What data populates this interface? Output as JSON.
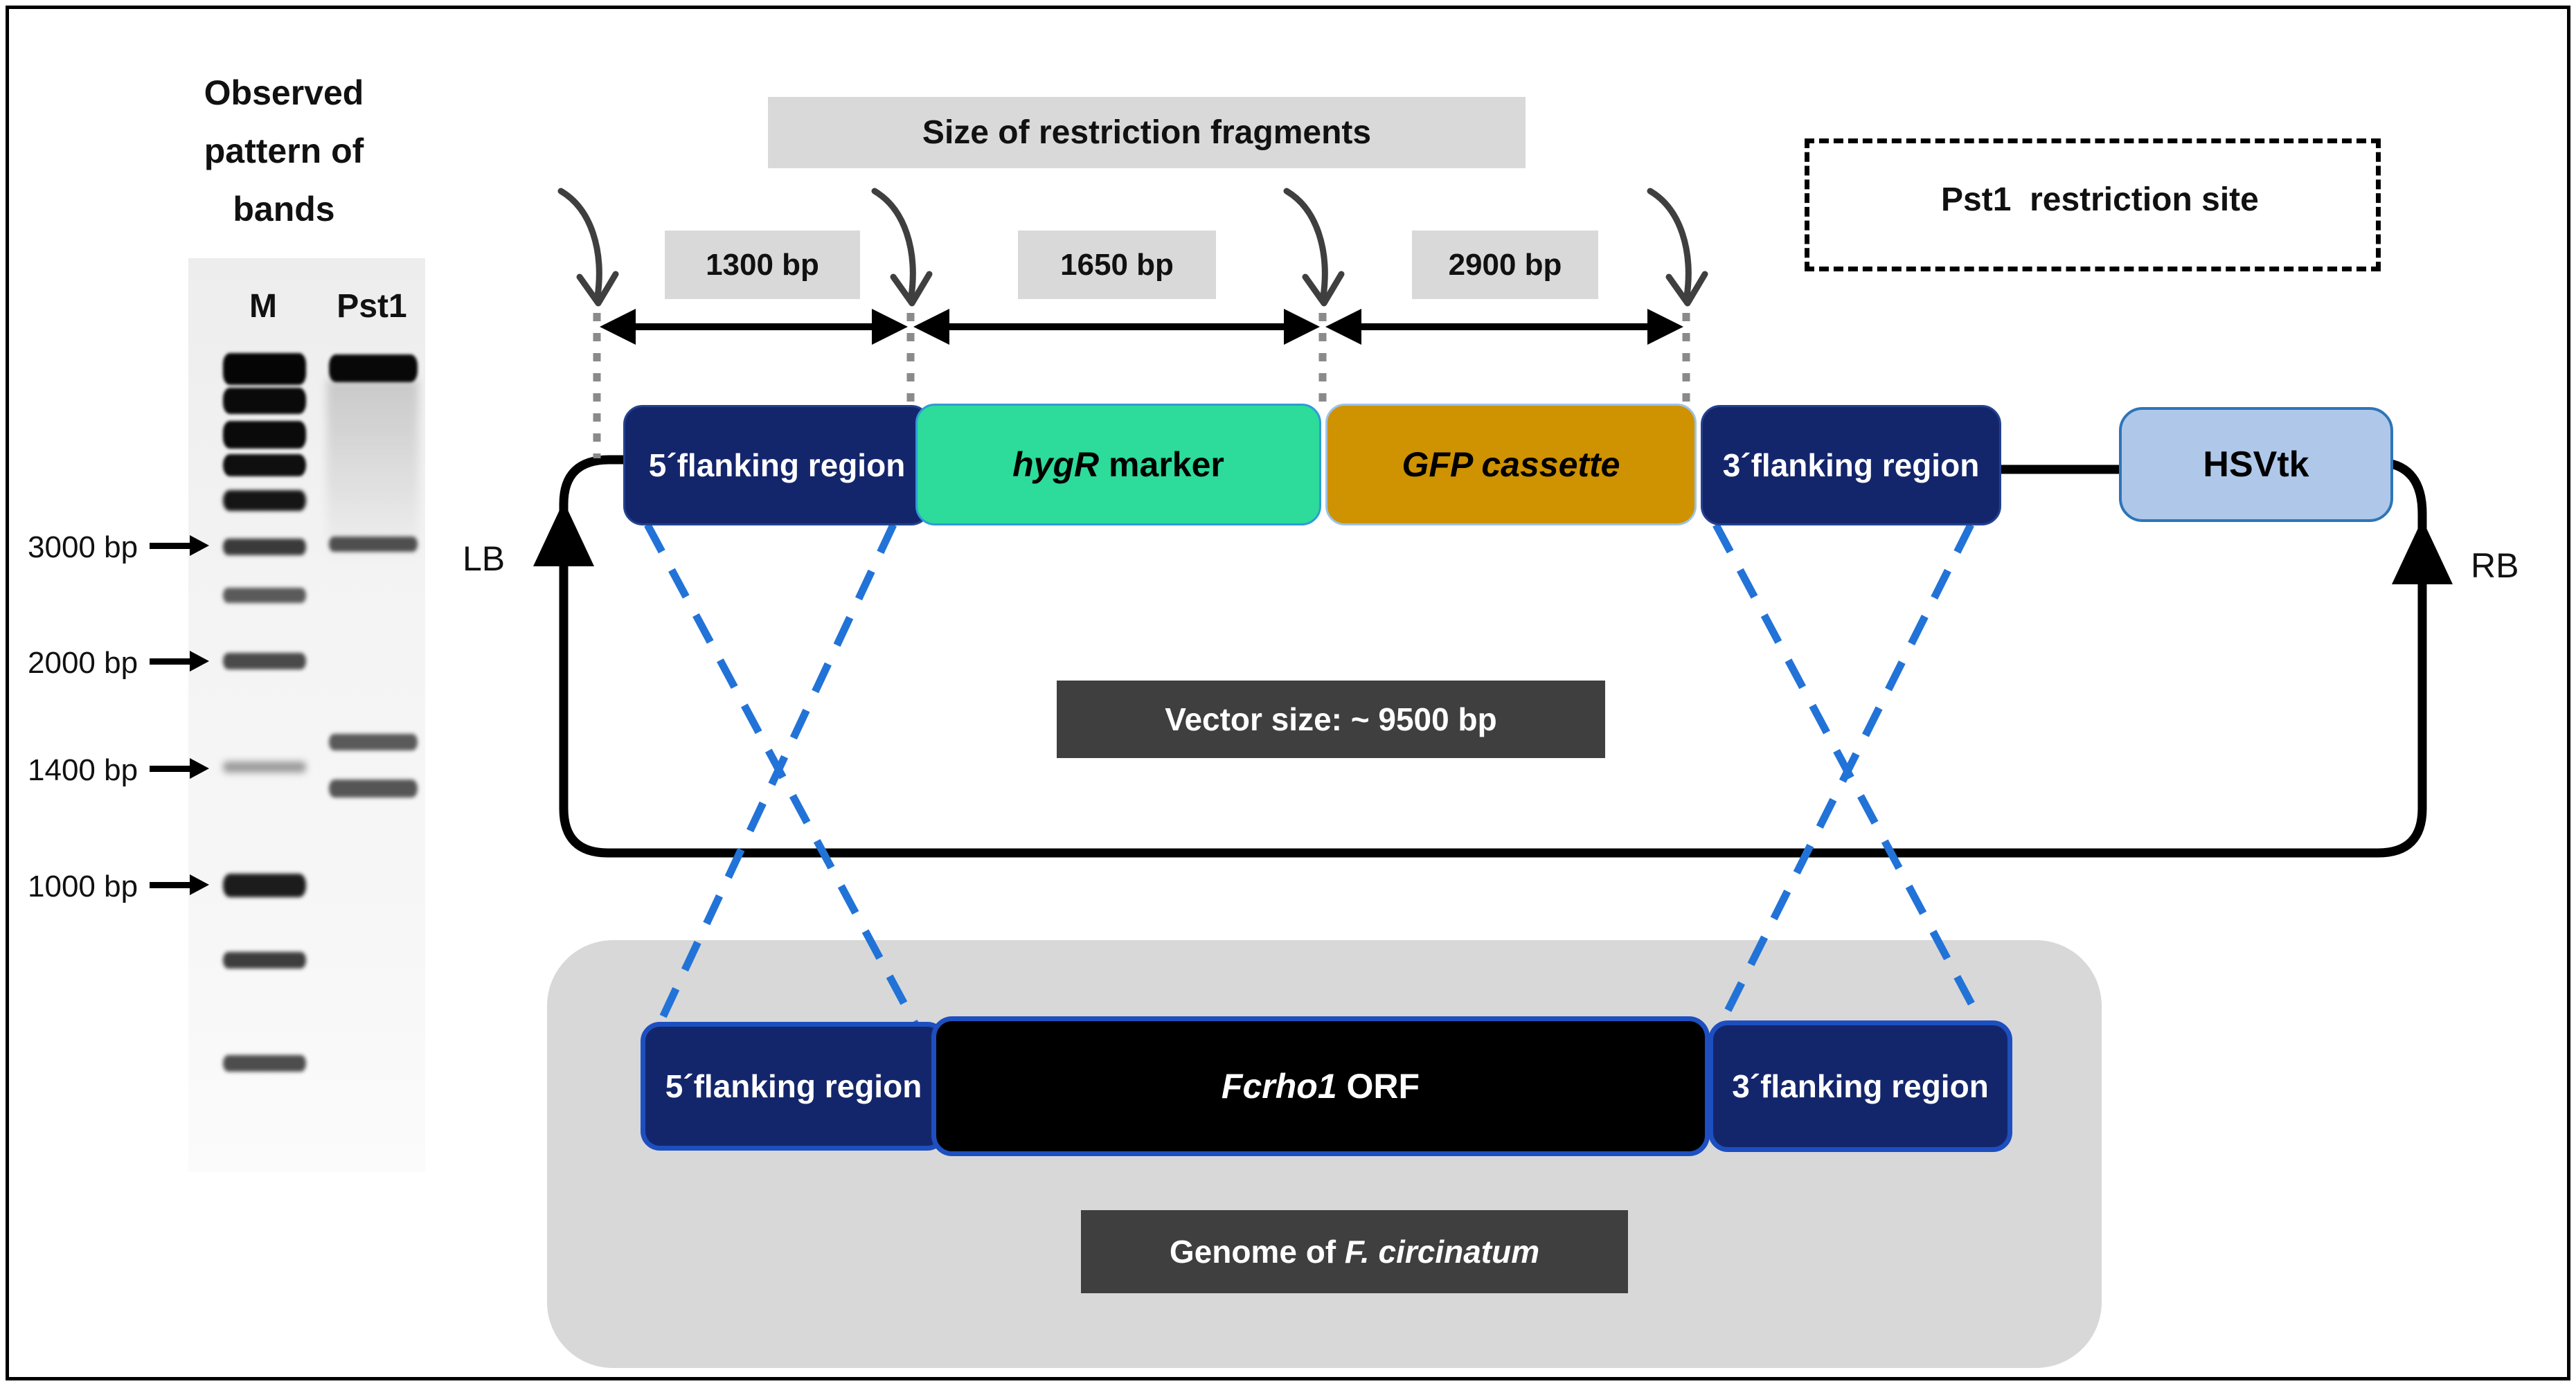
{
  "figure": {
    "title": "Observed pattern of bands"
  },
  "gel": {
    "lane_marker": "M",
    "lane_digest": "Pst1",
    "sizes": [
      {
        "text": "3000 bp"
      },
      {
        "text": "2000 bp"
      },
      {
        "text": "1400 bp"
      },
      {
        "text": "1000 bp"
      }
    ]
  },
  "header": {
    "label": "Size of restriction fragments"
  },
  "legend": {
    "label": "Pst1  restriction site"
  },
  "fragments": [
    {
      "label": "1300 bp"
    },
    {
      "label": "1650 bp"
    },
    {
      "label": "2900 bp"
    }
  ],
  "vector": {
    "lb": "LB",
    "rb": "RB",
    "size_label": "Vector size: ~ 9500 bp",
    "boxes": {
      "flank5": "5´flanking region",
      "hygr_gene": "hygR",
      "hygr_suffix": " marker",
      "gfp": "GFP cassette",
      "flank3": "3´flanking region",
      "hsvtk": "HSVtk"
    }
  },
  "genome": {
    "flank5": "5´flanking region",
    "orf_gene": "Fcrho1",
    "orf_suffix": " ORF",
    "flank3": "3´flanking region",
    "label_prefix": "Genome of ",
    "label_species": "F. circinatum"
  },
  "colors": {
    "navy": "#14266B",
    "navy_border": "#1D4FC0",
    "green": "#2DDB9A",
    "gold": "#CF9200",
    "hsvtk_fill": "#AFC8EA",
    "hsvtk_border": "#2E75B6",
    "chip_light": "#D9D9D9",
    "chip_dark": "#3F3F3F",
    "panel_gray": "#D8D8D8",
    "dash_blue": "#2273D8",
    "arrow_gray": "#3F3F3F",
    "dot_gray": "#8A8A8A"
  }
}
